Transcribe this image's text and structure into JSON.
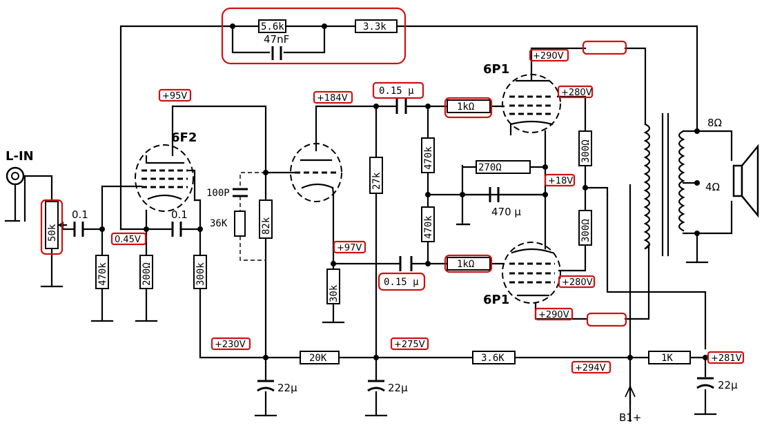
{
  "tubes": {
    "driver_pentode": "6F2",
    "power_upper": "6P1",
    "power_lower": "6P1"
  },
  "input": {
    "label": "L-IN"
  },
  "output": {
    "tap_8": "8Ω",
    "tap_4": "4Ω"
  },
  "supply": {
    "b_plus": "B1+"
  },
  "feedback": {
    "r1": "5.6k",
    "r2": "3.3k",
    "cap": "47nF"
  },
  "components": {
    "r_volume": "50k",
    "c_in": "0.1",
    "r_grid1": "470k",
    "r_cathode1": "200Ω",
    "c_couple1": "0.1",
    "r_plate1": "300k",
    "c_dashed": "100P",
    "r_dashed": "36K",
    "r_load": "82k",
    "r_pi_cathode": "30k",
    "r_pi_plate": "27k",
    "c_upper": "0.15 μ",
    "c_lower": "0.15 μ",
    "r_grid_upper": "470k",
    "r_grid_lower": "470k",
    "r_grid_stop_upper": "1kΩ",
    "r_grid_stop_lower": "1kΩ",
    "r_bias": "270Ω",
    "c_bias": "470 μ",
    "r_screen_upper": "300Ω",
    "r_screen_lower": "300Ω",
    "r_dec1": "20K",
    "r_dec2": "3.6K",
    "r_dec3": "1K",
    "c_dec1": "22μ",
    "c_dec2": "22μ",
    "c_dec3": "22μ"
  },
  "voltages": {
    "v95": "+95V",
    "v045": "0.45V",
    "v184": "+184V",
    "v97": "+97V",
    "v230": "+230V",
    "v275": "+275V",
    "v294": "+294V",
    "v281": "+281V",
    "v290_top": "+290V",
    "v280_top": "+280V",
    "v18": "+18V",
    "v280_bot": "+280V",
    "v290_bot": "+290V"
  },
  "colors": {
    "highlight": "#d01010",
    "wire": "#000000"
  }
}
